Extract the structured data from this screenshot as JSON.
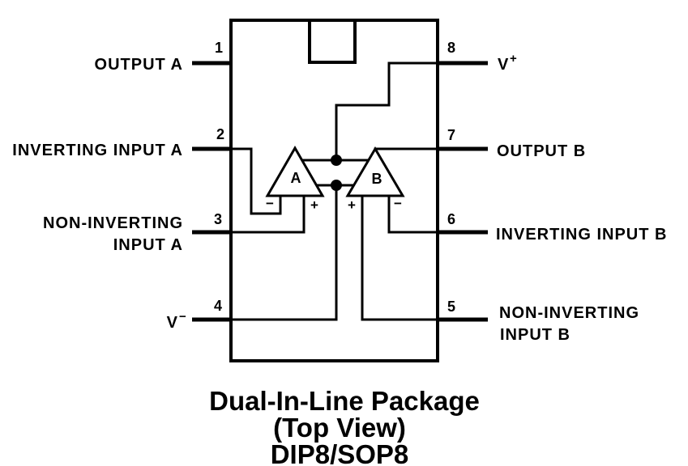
{
  "diagram": {
    "type": "ic-pinout",
    "package_caption": [
      "Dual-In-Line Package",
      "(Top View)",
      "DIP8/SOP8"
    ]
  },
  "pins": [
    {
      "number": "1",
      "label_lines": [
        "OUTPUT A"
      ],
      "side": "left"
    },
    {
      "number": "2",
      "label_lines": [
        "INVERTING INPUT A"
      ],
      "side": "left"
    },
    {
      "number": "3",
      "label_lines": [
        "NON-INVERTING",
        "INPUT A"
      ],
      "side": "left"
    },
    {
      "number": "4",
      "label_lines": [
        "V"
      ],
      "sup": "−",
      "side": "left"
    },
    {
      "number": "5",
      "label_lines": [
        "NON-INVERTING",
        "INPUT B"
      ],
      "side": "right"
    },
    {
      "number": "6",
      "label_lines": [
        "INVERTING INPUT B"
      ],
      "side": "right"
    },
    {
      "number": "7",
      "label_lines": [
        "OUTPUT B"
      ],
      "side": "right"
    },
    {
      "number": "8",
      "label_lines": [
        "V"
      ],
      "sup": "+",
      "side": "right"
    }
  ],
  "amplifiers": [
    {
      "name": "A",
      "inverting_sign": "−",
      "noninverting_sign": "+"
    },
    {
      "name": "B",
      "inverting_sign": "−",
      "noninverting_sign": "+"
    }
  ],
  "colors": {
    "ink": "#000000",
    "background": "#ffffff"
  }
}
